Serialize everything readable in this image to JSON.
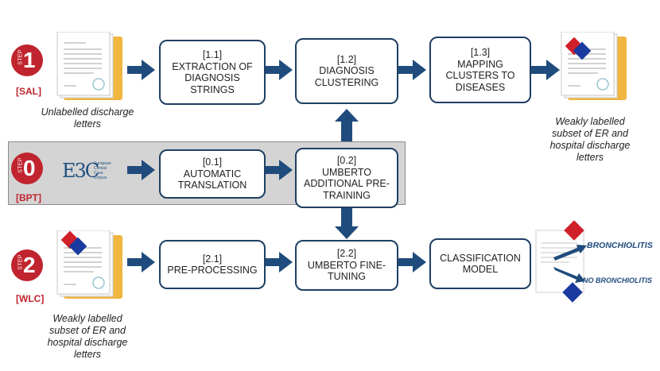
{
  "steps": [
    {
      "word": "STEP",
      "number": "1",
      "tag": "[SAL]"
    },
    {
      "word": "STEP",
      "number": "0",
      "tag": "[BPT]"
    },
    {
      "word": "STEP",
      "number": "2",
      "tag": "[WLC]"
    }
  ],
  "boxes": {
    "b11": {
      "id": "[1.1]",
      "lines": [
        "EXTRACTION OF",
        "DIAGNOSIS",
        "STRINGS"
      ]
    },
    "b12": {
      "id": "[1.2]",
      "lines": [
        "DIAGNOSIS",
        "CLUSTERING"
      ]
    },
    "b13": {
      "id": "[1.3]",
      "lines": [
        "MAPPING",
        "CLUSTERS TO",
        "DISEASES"
      ]
    },
    "b01": {
      "id": "[0.1]",
      "lines": [
        "AUTOMATIC",
        "TRANSLATION"
      ]
    },
    "b02": {
      "id": "[0.2]",
      "lines": [
        "UMBERTO",
        "ADDITIONAL PRE-",
        "TRAINING"
      ]
    },
    "b21": {
      "id": "[2.1]",
      "lines": [
        "PRE-PROCESSING"
      ]
    },
    "b22": {
      "id": "[2.2]",
      "lines": [
        "UMBERTO FINE-",
        "TUNING"
      ]
    },
    "b23": {
      "id": "",
      "lines": [
        "CLASSIFICATION",
        "MODEL"
      ]
    }
  },
  "captions": {
    "unlabelled": [
      "Unlabelled discharge",
      "letters"
    ],
    "weak_top": [
      "Weakly labelled",
      "subset of ER and",
      "hospital discharge",
      "letters"
    ],
    "weak_bottom": [
      "Weakly labelled",
      "subset of ER and",
      "hospital discharge",
      "letters"
    ]
  },
  "logo": {
    "mark": "E3C",
    "lines": [
      "European",
      "Clinical",
      "Case",
      "Corpus"
    ]
  },
  "outputs": {
    "positive": "BRONCHIOLITIS",
    "negative": "NO BRONCHIOLITIS"
  },
  "colors": {
    "arrow": "#1f4c7c",
    "step": "#c0242e",
    "tag_red": "#d0202a",
    "tag_blue": "#1a3aa0",
    "folder": "#f0b640"
  }
}
